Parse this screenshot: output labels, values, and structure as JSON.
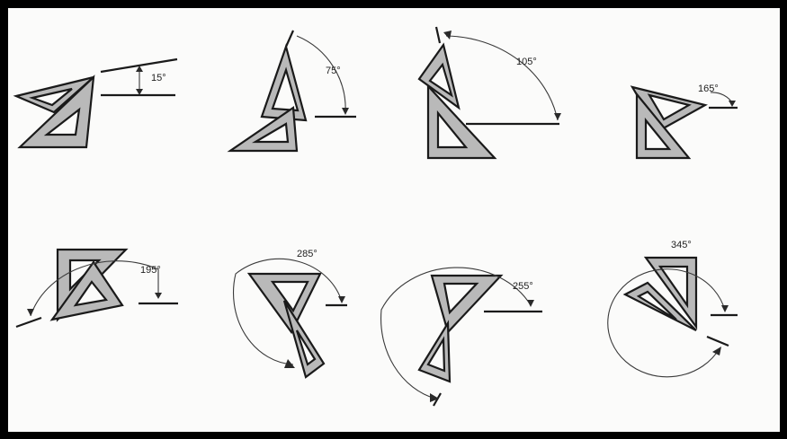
{
  "figures": [
    {
      "angle_label": "15°"
    },
    {
      "angle_label": "75°"
    },
    {
      "angle_label": "105°"
    },
    {
      "angle_label": "165°"
    },
    {
      "angle_label": "195°"
    },
    {
      "angle_label": "285°"
    },
    {
      "angle_label": "255°"
    },
    {
      "angle_label": "345°"
    }
  ]
}
